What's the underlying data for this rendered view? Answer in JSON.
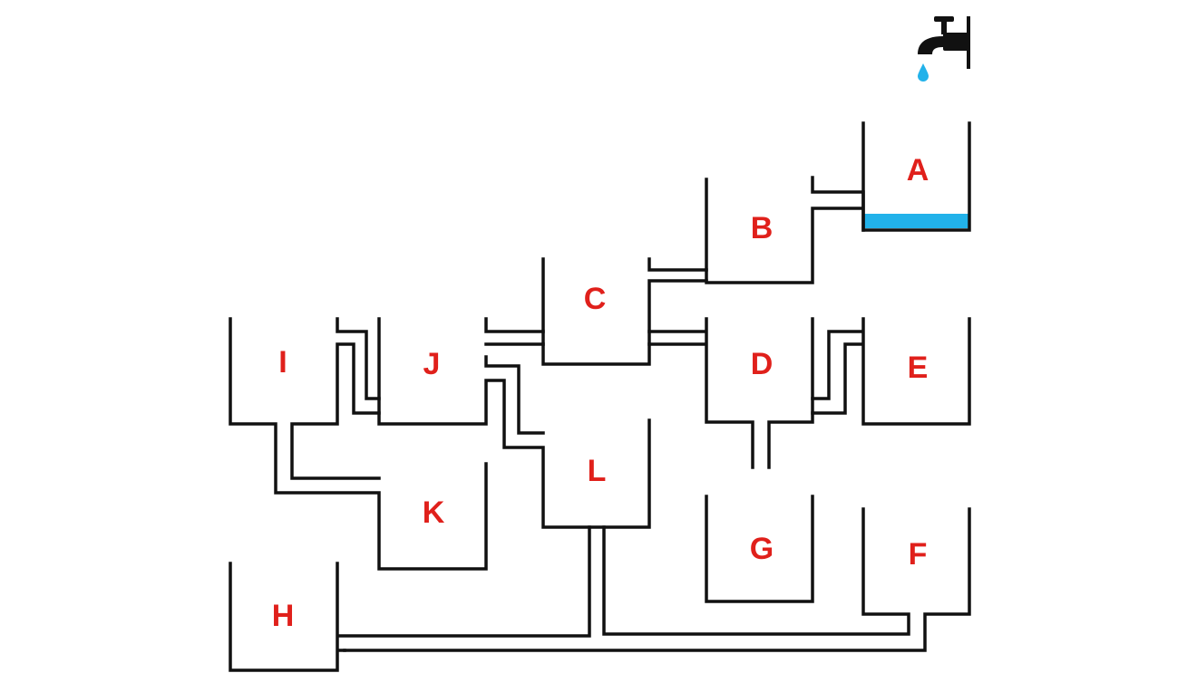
{
  "diagram": {
    "containers": [
      {
        "id": "A",
        "label": "A",
        "water": true
      },
      {
        "id": "B",
        "label": "B",
        "water": false
      },
      {
        "id": "C",
        "label": "C",
        "water": false
      },
      {
        "id": "D",
        "label": "D",
        "water": false
      },
      {
        "id": "E",
        "label": "E",
        "water": false
      },
      {
        "id": "F",
        "label": "F",
        "water": false
      },
      {
        "id": "G",
        "label": "G",
        "water": false
      },
      {
        "id": "H",
        "label": "H",
        "water": false
      },
      {
        "id": "I",
        "label": "I",
        "water": false
      },
      {
        "id": "J",
        "label": "J",
        "water": false
      },
      {
        "id": "K",
        "label": "K",
        "water": false
      },
      {
        "id": "L",
        "label": "L",
        "water": false
      }
    ],
    "faucet_icon": "faucet-icon",
    "droplet_icon": "water-drop-icon",
    "colors": {
      "label": "#e0201b",
      "water": "#22b2ea",
      "lines": "#111111"
    }
  }
}
